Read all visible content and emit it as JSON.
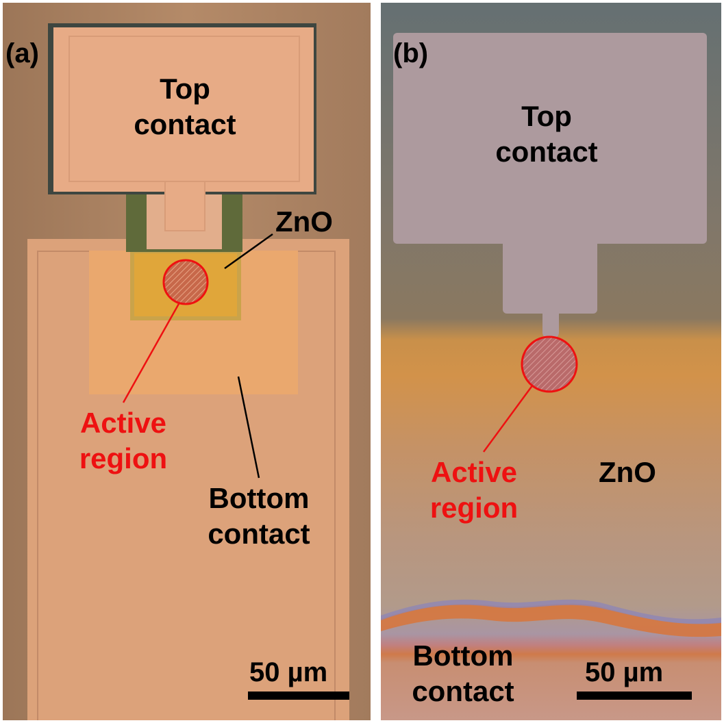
{
  "panel_a": {
    "panel_label": "(a)",
    "top_contact": [
      "Top",
      "contact"
    ],
    "zno": "ZnO",
    "active_region": [
      "Active",
      "region"
    ],
    "bottom_contact": [
      "Bottom",
      "contact"
    ],
    "scale_label": "50 µm"
  },
  "panel_b": {
    "panel_label": "(b)",
    "top_contact": [
      "Top",
      "contact"
    ],
    "zno": "ZnO",
    "active_region": [
      "Active",
      "region"
    ],
    "bottom_contact": [
      "Bottom",
      "contact"
    ],
    "scale_label": "50 µm"
  },
  "colors": {
    "active_region": "#ee1111",
    "contact_metal_a": "#e7a578",
    "zno_a": "#e0a63a",
    "top_contact_b": "#ad9a9e"
  }
}
